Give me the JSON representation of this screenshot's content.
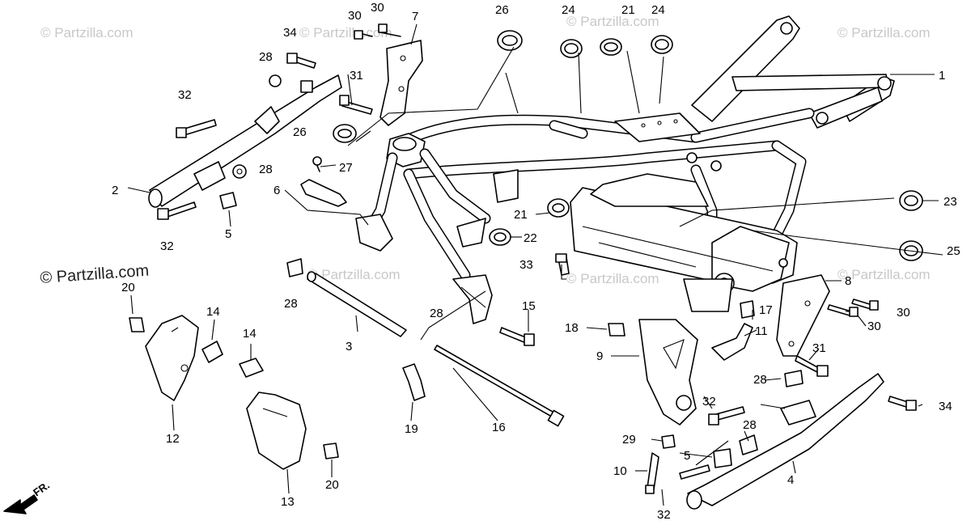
{
  "watermarks": {
    "faint": "© Partzilla.com",
    "main": "© Partzilla.com"
  },
  "direction_label": "FR.",
  "callouts": {
    "c1": "1",
    "c2": "2",
    "c3": "3",
    "c4": "4",
    "c5a": "5",
    "c5b": "5",
    "c6": "6",
    "c7": "7",
    "c8": "8",
    "c9": "9",
    "c10": "10",
    "c11": "11",
    "c12": "12",
    "c13": "13",
    "c14a": "14",
    "c14b": "14",
    "c15": "15",
    "c16": "16",
    "c17": "17",
    "c18": "18",
    "c19": "19",
    "c20a": "20",
    "c20b": "20",
    "c21a": "21",
    "c21b": "21",
    "c22": "22",
    "c23": "23",
    "c24a": "24",
    "c24b": "24",
    "c25": "25",
    "c26a": "26",
    "c26b": "26",
    "c27": "27",
    "c28a": "28",
    "c28b": "28",
    "c28c": "28",
    "c28d": "28",
    "c28e": "28",
    "c28f": "28",
    "c29": "29",
    "c30a": "30",
    "c30b": "30",
    "c30c": "30",
    "c30d": "30",
    "c31a": "31",
    "c31b": "31",
    "c32a": "32",
    "c32b": "32",
    "c32c": "32",
    "c33": "33",
    "c34a": "34",
    "c34b": "34"
  }
}
